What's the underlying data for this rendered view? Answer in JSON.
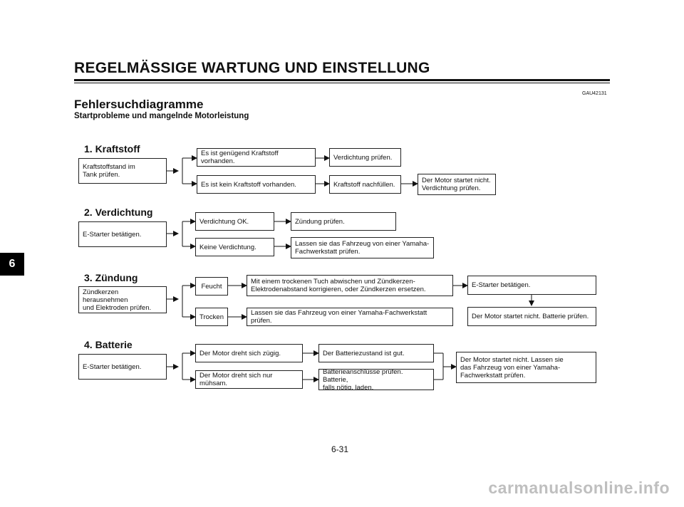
{
  "header": {
    "title": "REGELMÄSSIGE WARTUNG UND EINSTELLUNG",
    "code": "GAU42131",
    "heading": "Fehlersuchdiagramme",
    "subheading": "Startprobleme und mangelnde Motorleistung"
  },
  "side_tab": "6",
  "page_number": "6-31",
  "watermark": "carmanualsonline.info",
  "sections": {
    "kraftstoff": {
      "title": "1. Kraftstoff",
      "start": [
        "Kraftstoffstand im",
        "Tank prüfen."
      ],
      "branch_yes": "Es ist genügend Kraftstoff vorhanden.",
      "branch_yes_next": "Verdichtung prüfen.",
      "branch_no": "Es ist kein Kraftstoff vorhanden.",
      "branch_no_next": "Kraftstoff nachfüllen.",
      "branch_no_result": [
        "Der Motor startet nicht.",
        "Verdichtung prüfen."
      ]
    },
    "verdichtung": {
      "title": "2. Verdichtung",
      "start": "E-Starter betätigen.",
      "branch_yes": "Verdichtung OK.",
      "branch_yes_next": "Zündung prüfen.",
      "branch_no": "Keine Verdichtung.",
      "branch_no_next": [
        "Lassen sie das Fahrzeug von einer Yamaha-",
        "Fachwerkstatt prüfen."
      ]
    },
    "zuendung": {
      "title": "3. Zündung",
      "start": [
        "Zündkerzen herausnehmen",
        "und Elektroden prüfen."
      ],
      "branch_wet": "Feucht",
      "branch_wet_next": [
        "Mit einem trockenen Tuch abwischen und Zündkerzen-",
        "Elektrodenabstand korrigieren, oder Zündkerzen ersetzen."
      ],
      "branch_wet_result": "E-Starter betätigen.",
      "branch_wet_final": "Der Motor startet nicht. Batterie prüfen.",
      "branch_dry": "Trocken",
      "branch_dry_next": "Lassen sie das Fahrzeug von einer Yamaha-Fachwerkstatt prüfen."
    },
    "batterie": {
      "title": "4. Batterie",
      "start": "E-Starter betätigen.",
      "branch_fast": "Der Motor dreht sich zügig.",
      "branch_fast_next": "Der Batteriezustand ist gut.",
      "branch_slow": "Der Motor dreht sich nur mühsam.",
      "branch_slow_next": [
        "Batterieanschlüsse prüfen. Batterie,",
        "falls nötig, laden."
      ],
      "result": [
        "Der Motor startet nicht. Lassen sie",
        "das Fahrzeug von einer Yamaha-",
        "Fachwerkstatt prüfen."
      ]
    }
  }
}
